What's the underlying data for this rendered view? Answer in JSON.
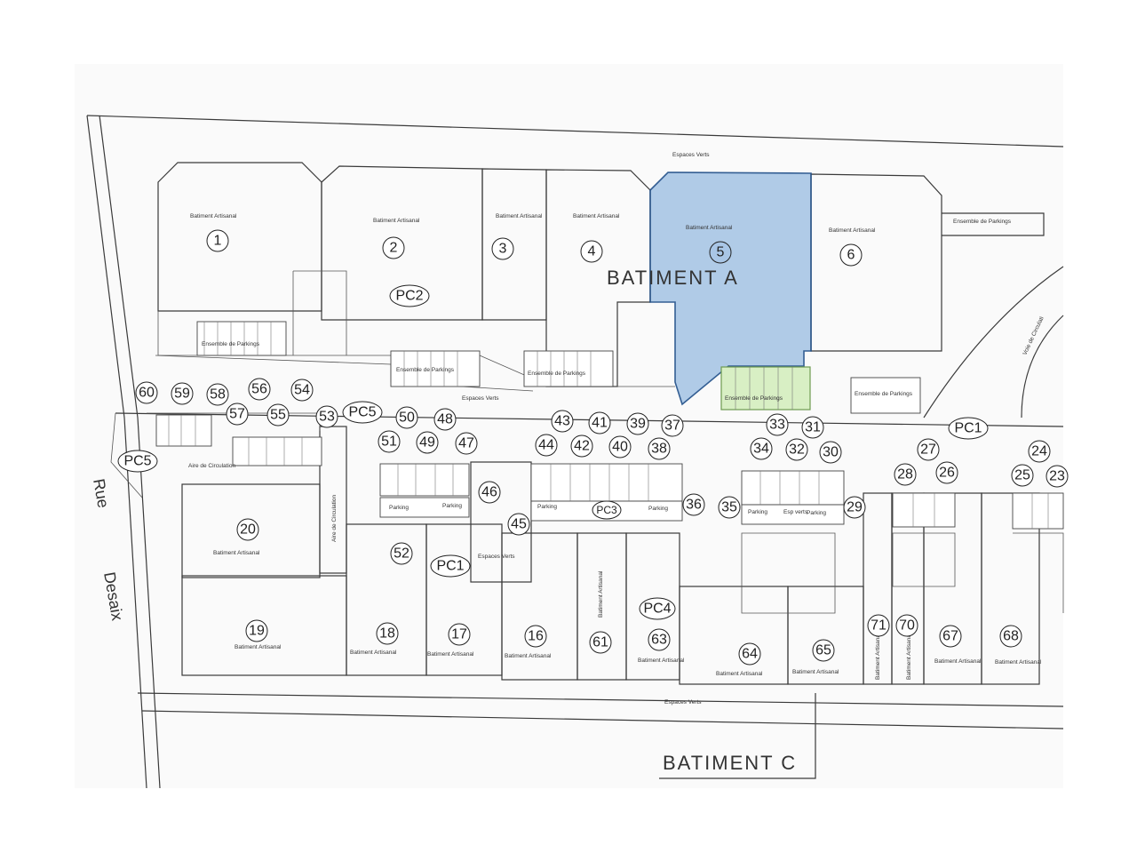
{
  "plan": {
    "batiment_a": "BATIMENT A",
    "batiment_c": "BATIMENT C",
    "street_rue": "Rue",
    "street_name": "Desaix",
    "voie": "Voie de Circulati",
    "espaces_verts_top": "Espaces Verts",
    "espaces_verts_mid": "Espaces Verts",
    "espaces_verts_low": "Espaces Verts",
    "espaces_verts_bottom": "Espaces Verts",
    "aire_circulation_1": "Aire de Circulation",
    "aire_circulation_2": "Aire de Circulation",
    "batiment_artisanal": "Batiment Artisanal",
    "ensemble_parkings": "Ensemble de Parkings",
    "parking": "Parking",
    "esp_verts_small": "Esp verts",
    "batiment_artisana": "Batiment Artisana"
  },
  "units": {
    "u1": "1",
    "u2": "2",
    "u3": "3",
    "u4": "4",
    "u5": "5",
    "u6": "6",
    "pc2": "PC2",
    "pc1_right": "PC1",
    "pc5_top": "PC5",
    "pc5_left": "PC5",
    "pc1_mid": "PC1",
    "pc3": "PC3",
    "pc4": "PC4",
    "u60": "60",
    "u59": "59",
    "u58": "58",
    "u56": "56",
    "u54": "54",
    "u57": "57",
    "u55": "55",
    "u53": "53",
    "u50": "50",
    "u48": "48",
    "u51": "51",
    "u49": "49",
    "u47": "47",
    "u43": "43",
    "u41": "41",
    "u39": "39",
    "u37": "37",
    "u44": "44",
    "u42": "42",
    "u40": "40",
    "u38": "38",
    "u46": "46",
    "u45": "45",
    "u36": "36",
    "u35": "35",
    "u33": "33",
    "u31": "31",
    "u34": "34",
    "u32": "32",
    "u30": "30",
    "u29": "29",
    "u27": "27",
    "u28": "28",
    "u26": "26",
    "u24": "24",
    "u25": "25",
    "u23": "23",
    "u20": "20",
    "u19": "19",
    "u52": "52",
    "u18": "18",
    "u17": "17",
    "u16": "16",
    "u61": "61",
    "u63": "63",
    "u64": "64",
    "u65": "65",
    "u71": "71",
    "u70": "70",
    "u67": "67",
    "u68": "68"
  },
  "legend": {
    "highlight_building": "5",
    "highlight_color": "#a9c6e6",
    "highlight_parking_color": "#d8efc4"
  }
}
